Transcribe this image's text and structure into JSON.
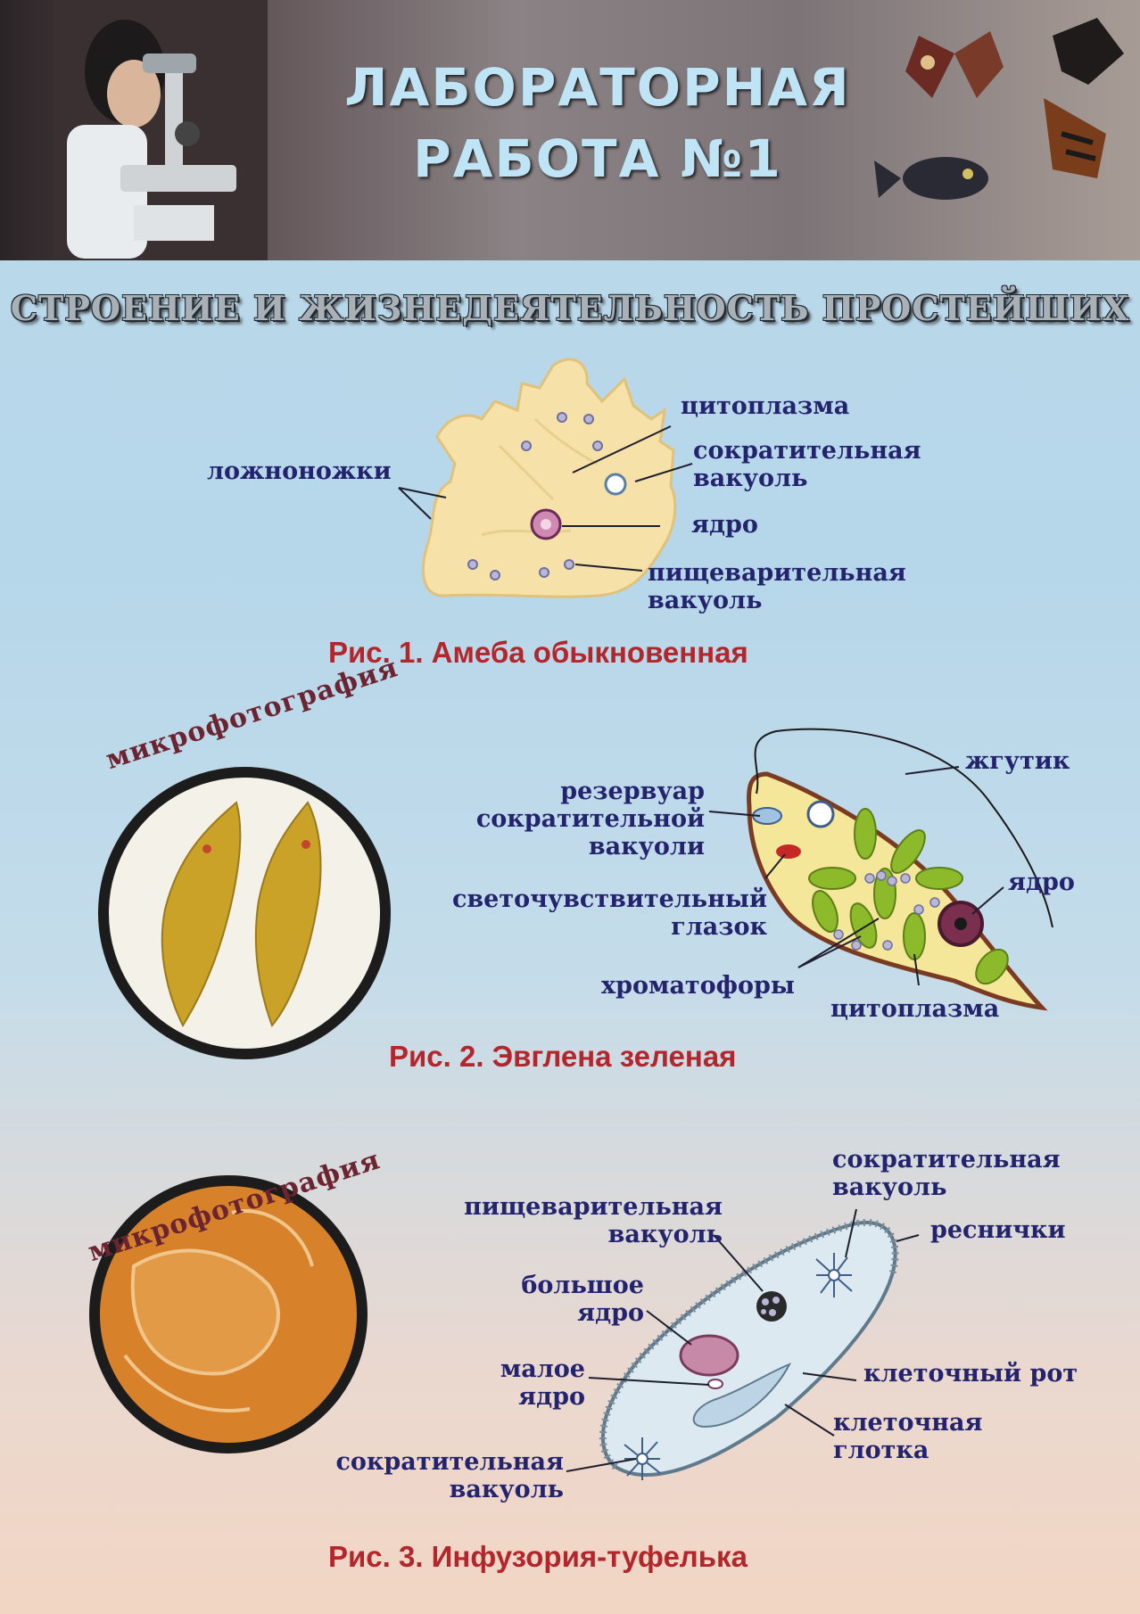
{
  "header": {
    "title_line1": "ЛАБОРАТОРНАЯ",
    "title_line2": "РАБОТА №1"
  },
  "subtitle": "СТРОЕНИЕ И ЖИЗНЕДЕЯТЕЛЬНОСТЬ ПРОСТЕЙШИХ",
  "fig1": {
    "labels": {
      "cytoplasm": "цитоплазма",
      "contractile_vacuole": [
        "сократительная",
        "вакуоль"
      ],
      "pseudopodia": "ложноножки",
      "nucleus": "ядро",
      "digestive_vacuole": [
        "пищеварительная",
        "вакуоль"
      ]
    },
    "caption": "Рис. 1.  Амеба обыкновенная"
  },
  "fig2": {
    "micro_label": "микрофотография",
    "labels": {
      "flagellum": "жгутик",
      "reservoir": [
        "резервуар",
        "сократительной",
        "вакуоли"
      ],
      "eyespot": [
        "светочувствительный",
        "глазок"
      ],
      "nucleus": "ядро",
      "chromatophores": "хроматофоры",
      "cytoplasm": "цитоплазма"
    },
    "caption": "Рис. 2.  Эвглена зеленая"
  },
  "fig3": {
    "micro_label": "микрофотография",
    "labels": {
      "contractile_vacuole_top": [
        "сократительная",
        "вакуоль"
      ],
      "digestive_vacuole": [
        "пищеварительная",
        "вакуоль"
      ],
      "cilia": "реснички",
      "macronucleus": [
        "большое",
        "ядро"
      ],
      "micronucleus": [
        "малое",
        "ядро"
      ],
      "cell_mouth": "клеточный рот",
      "cell_pharynx": [
        "клеточная",
        "глотка"
      ],
      "contractile_vacuole_bottom": [
        "сократительная",
        "вакуоль"
      ]
    },
    "caption": "Рис. 3.  Инфузория-туфелька"
  },
  "colors": {
    "label_text": "#23236e",
    "caption": "#b2262c",
    "header_title": "#bfe4f6",
    "amoeba_fill": "#f6e2a8",
    "euglena_fill": "#f5e79a",
    "chromatophore": "#8dba2a",
    "paramecium_fill": "#dce9f1"
  }
}
